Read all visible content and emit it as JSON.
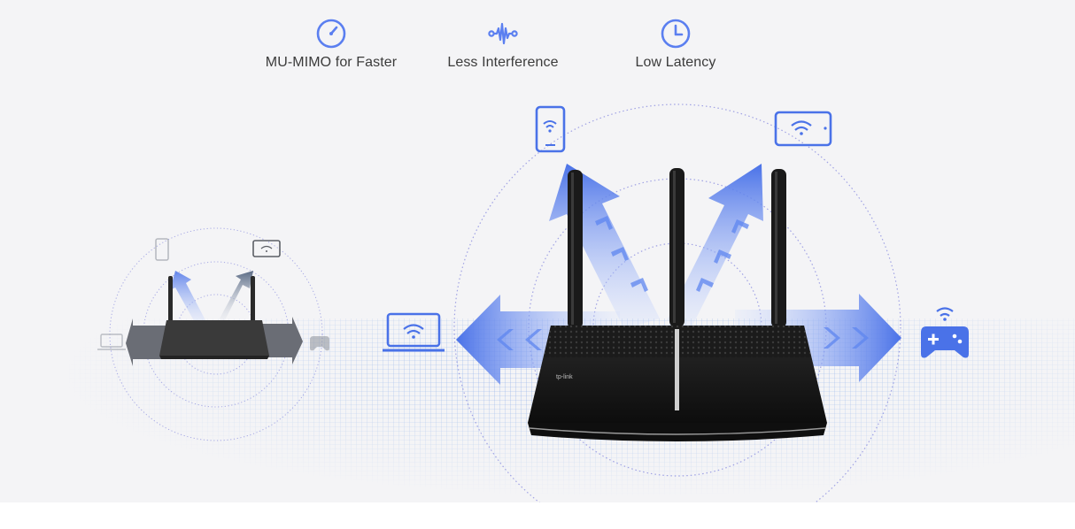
{
  "features": [
    {
      "label": "MU-MIMO for Faster",
      "icon": "speedometer-icon"
    },
    {
      "label": "Less Interference",
      "icon": "signal-wave-icon"
    },
    {
      "label": "Low Latency",
      "icon": "clock-icon"
    }
  ],
  "colors": {
    "accent": "#4a72e8",
    "accent_light": "#6f93f2",
    "icon_stroke": "#5b7ff0",
    "router_body": "#141414",
    "label_text": "#3b3b3b",
    "background": "#f4f4f6"
  },
  "router_brand": "tp-link"
}
